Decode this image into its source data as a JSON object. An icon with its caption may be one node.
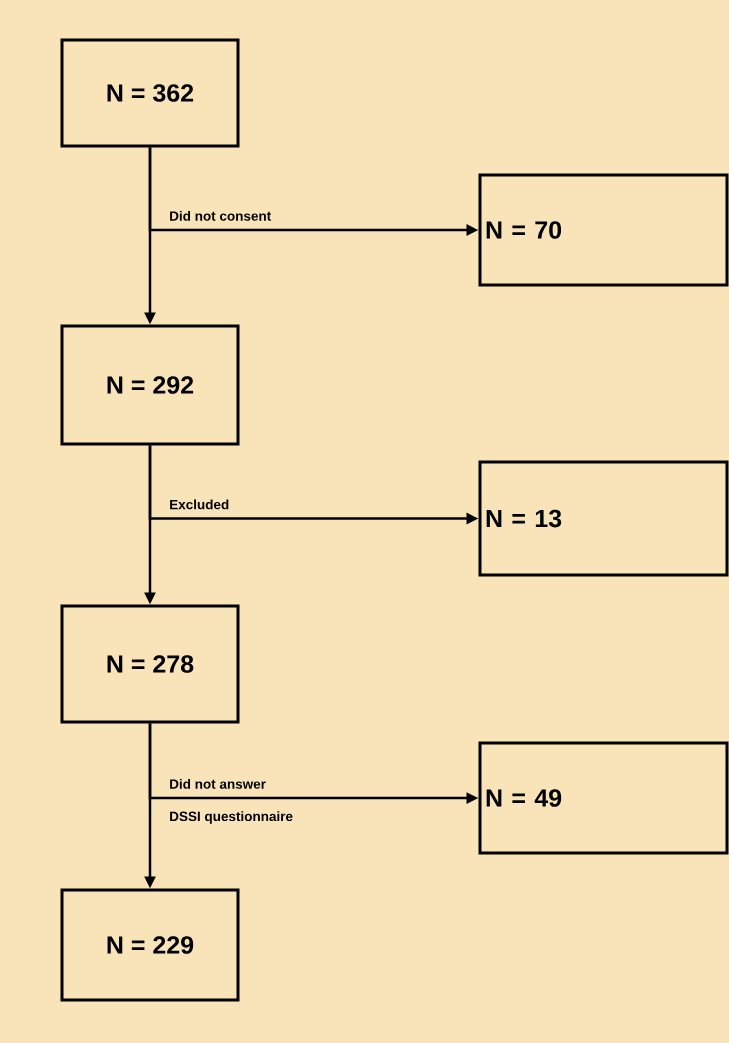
{
  "diagram": {
    "nodes": [
      {
        "text": [
          "N = 362"
        ]
      },
      {
        "text": [
          "N = 70"
        ]
      },
      {
        "text": [
          "N = 292"
        ]
      },
      {
        "text": [
          "N = 13"
        ]
      },
      {
        "text": [
          "N = 278"
        ]
      },
      {
        "text": [
          "N = 49"
        ]
      },
      {
        "text": [
          "N = 229"
        ]
      }
    ],
    "edges": [
      {
        "from": 0,
        "to": 2,
        "arrow": "to"
      },
      {
        "from": 0,
        "to": 1,
        "arrow": "to",
        "label": "Did not consent"
      },
      {
        "from": 2,
        "to": 4,
        "arrow": "to"
      },
      {
        "from": 2,
        "to": 3,
        "arrow": "to",
        "label": "Excluded"
      },
      {
        "from": 4,
        "to": 6,
        "arrow": "to"
      },
      {
        "from": 4,
        "to": 5,
        "arrow": "to",
        "label": "Did not answer"
      }
    ],
    "labels": [
      "DSSI questionnaire"
    ]
  }
}
